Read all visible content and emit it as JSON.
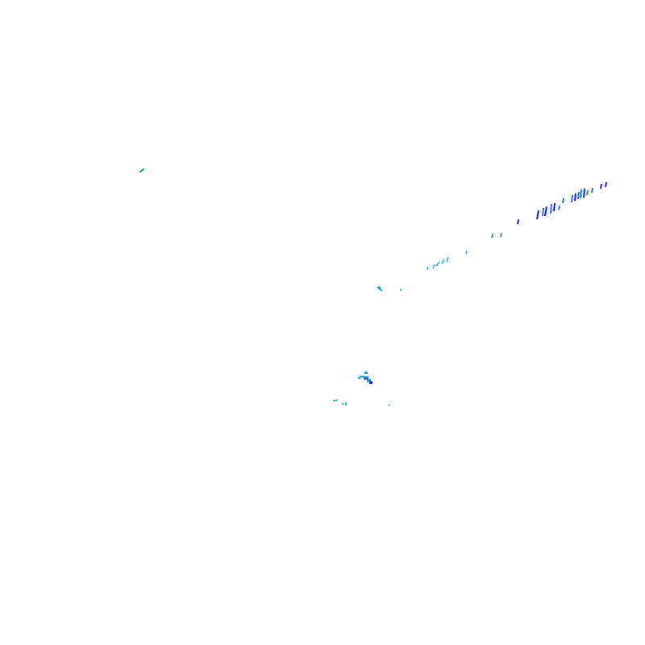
{
  "map": {
    "background": "#ffffff",
    "colors": {
      "dark_blue": "#1a1adc",
      "blue": "#2a6cf0",
      "light_blue": "#1aa0e8",
      "cyan": "#18b4d8",
      "teal": "#0a9a8a",
      "green": "#22aa44"
    },
    "clusters": [
      {
        "id": "northwest-speck",
        "color_key": "teal"
      },
      {
        "id": "northeast-streak",
        "color_key": "dark_blue"
      },
      {
        "id": "middle-streak",
        "color_key": "cyan"
      },
      {
        "id": "center-patch",
        "color_key": "light_blue"
      },
      {
        "id": "south-scatter",
        "color_key": "light_blue"
      }
    ]
  }
}
